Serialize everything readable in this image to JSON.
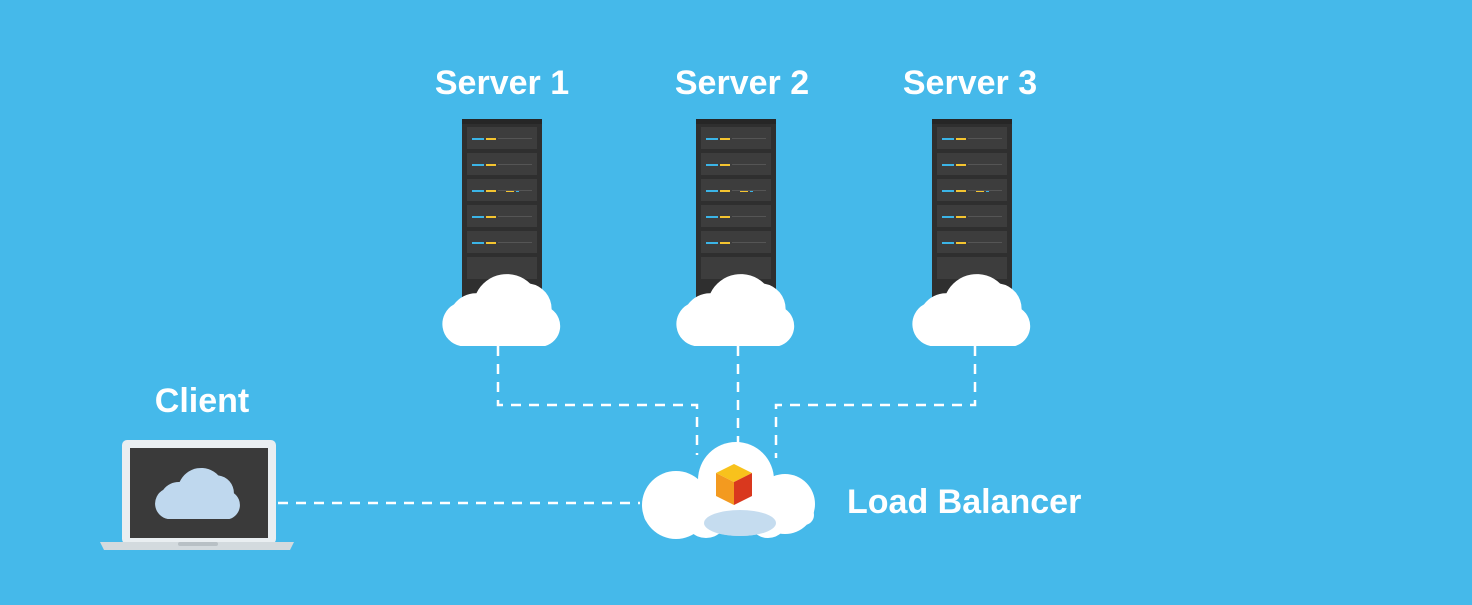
{
  "diagram": {
    "servers": [
      {
        "label": "Server 1"
      },
      {
        "label": "Server 2"
      },
      {
        "label": "Server 3"
      }
    ],
    "client": {
      "label": "Client"
    },
    "load_balancer": {
      "label": "Load Balancer"
    }
  },
  "colors": {
    "background": "#45b9ea",
    "rack_body": "#2f2f2f",
    "rack_slot": "#3d3d3d",
    "led_blue": "#3bb4e6",
    "led_yellow": "#f4c430",
    "cloud": "#ffffff",
    "cloud_shade": "#c5dcef",
    "connector": "#ffffff",
    "laptop_frame": "#e9eef1",
    "laptop_screen": "#3a3a3a",
    "laptop_cloud": "#bfd8ee",
    "cube_top": "#f8c21c",
    "cube_left": "#f39a1f",
    "cube_right": "#d9381e"
  },
  "icons": {
    "server": "server-rack-icon",
    "cloud": "cloud-icon",
    "client": "laptop-icon",
    "load_balancer": "cube-icon"
  }
}
